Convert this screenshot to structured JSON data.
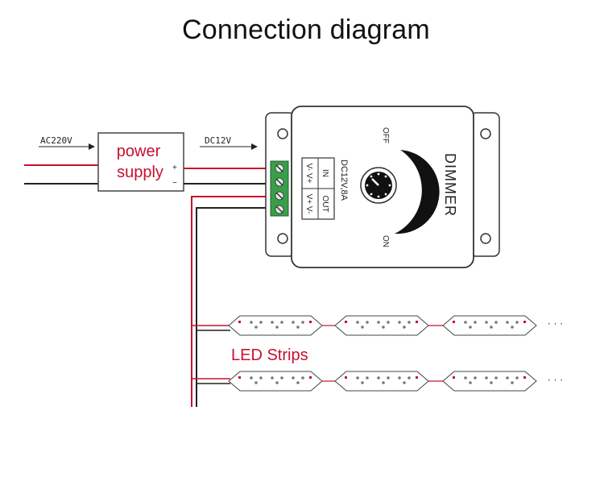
{
  "title": "Connection diagram",
  "labels": {
    "ac_input": "AC220V",
    "dc_output": "DC12V",
    "power_supply_line1": "power",
    "power_supply_line2": "supply",
    "ps_plus": "+",
    "ps_minus": "−",
    "dimmer": "DIMMER",
    "rating": "DC12V,8A",
    "terminal_in": "IN",
    "terminal_out": "OUT",
    "terminal_in_pins": "V- V+",
    "terminal_out_pins": "V+ V-",
    "knob_off": "OFF",
    "knob_on": "ON",
    "led_strips": "LED Strips",
    "ellipsis": "· · ·"
  },
  "colors": {
    "positive_wire": "#c8102e",
    "negative_wire": "#222222",
    "terminal": "#3a9d4a",
    "label_red": "#c8102e"
  }
}
